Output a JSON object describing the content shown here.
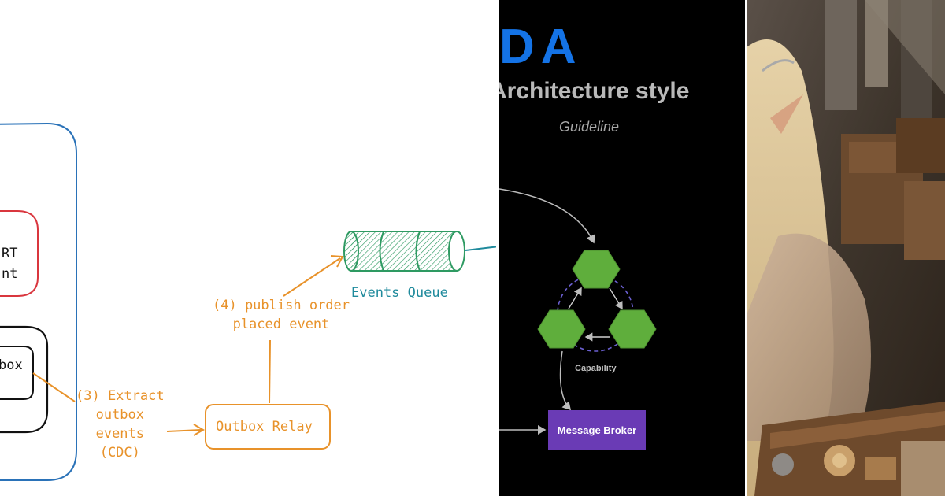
{
  "sketch": {
    "bubble_text_1": "RT",
    "bubble_text_2": "nt",
    "outbox_label": "box",
    "step3_label": "(3) Extract\noutbox\nevents\n(CDC)",
    "relay_label": "Outbox Relay",
    "step4_label": "(4) publish order\nplaced event",
    "queue_label": "Events Queue",
    "colors": {
      "orange": "#e8922a",
      "teal": "#1f8a9c",
      "blue": "#2a72b8",
      "red": "#d9363e",
      "queue_green": "#2e9a62"
    }
  },
  "eda_slide": {
    "title": "DA",
    "subtitle": "Architecture style",
    "guideline": "Guideline",
    "capability_label": "Capability",
    "broker_label": "Message Broker",
    "colors": {
      "title": "#1473e6",
      "hexagon": "#5fae3c",
      "broker": "#6a3bb5"
    }
  },
  "photo": {
    "icon": "fantasy-elf-illustration"
  }
}
